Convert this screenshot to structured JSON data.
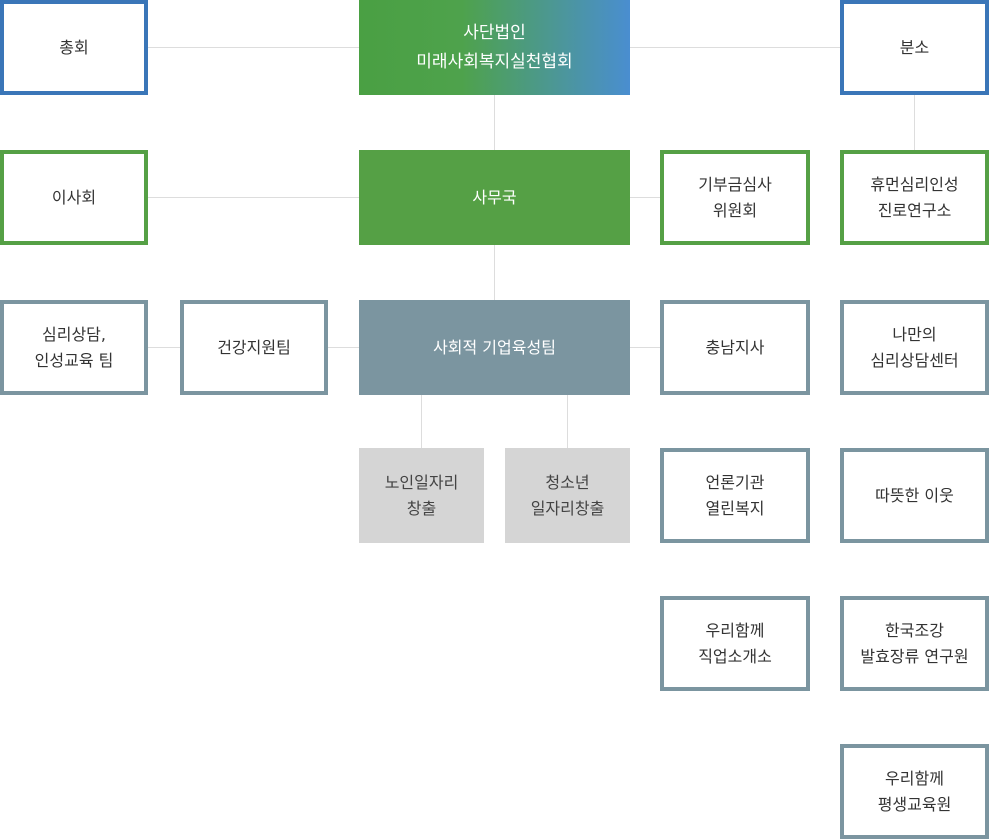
{
  "org": {
    "hq": "사단법인\n미래사회복지실천협회",
    "general_assembly": "총회",
    "branch": "분소",
    "board": "이사회",
    "secretariat": "사무국",
    "donation_committee": "기부금심사\n위원회",
    "humanities_institute": "휴먼심리인성\n진로연구소",
    "counseling_team": "심리상담,\n인성교육 팀",
    "health_team": "건강지원팀",
    "social_enterprise_team": "사회적 기업육성팀",
    "chungnam_branch": "충남지사",
    "my_counseling_center": "나만의\n심리상담센터",
    "senior_jobs": "노인일자리\n창출",
    "youth_jobs": "청소년\n일자리창출",
    "media_welfare": "언론기관\n열린복지",
    "warm_neighbor": "따뜻한 이웃",
    "together_job_agency": "우리함께\n직업소개소",
    "korea_fermentation": "한국조강\n발효장류 연구원",
    "together_education": "우리함께\n평생교육원"
  },
  "colors": {
    "blue": "#3a76b8",
    "green": "#55a045",
    "gray": "#7b95a0",
    "light_gray": "#d5d5d5",
    "line": "#dddddd"
  }
}
